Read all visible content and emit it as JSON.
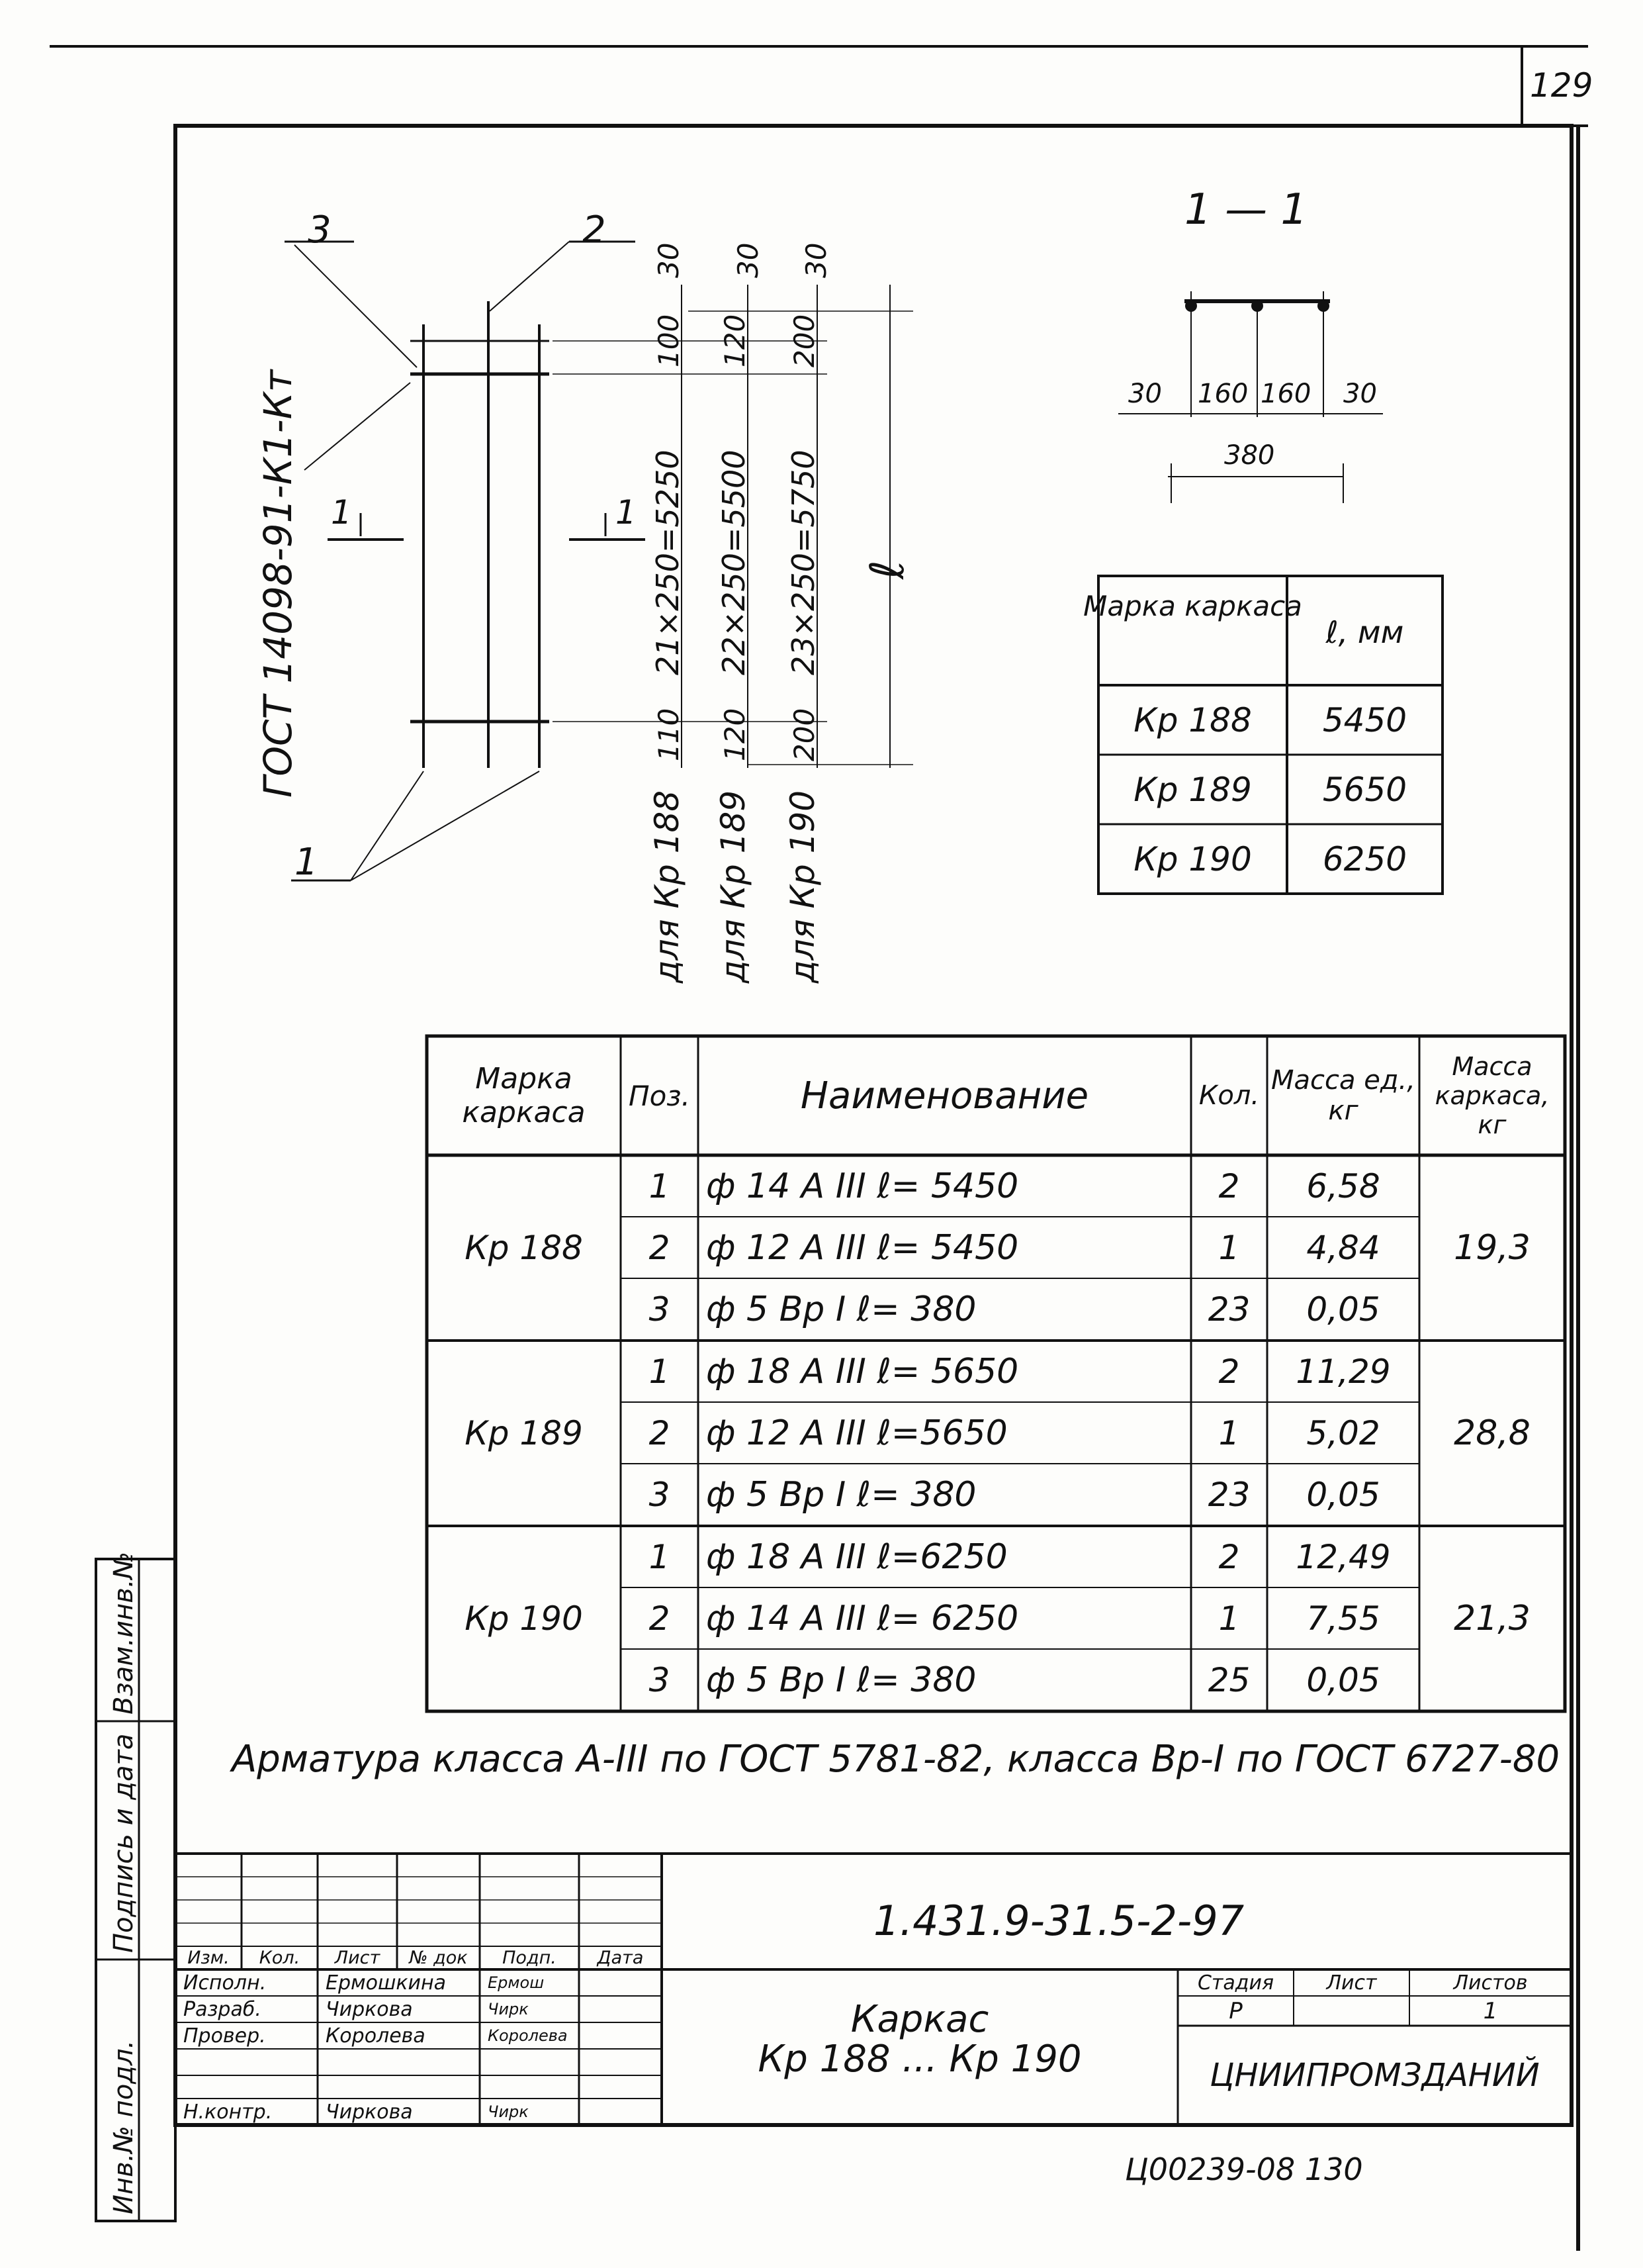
{
  "page_number": "129",
  "drawing": {
    "gost_label": "ГОСТ 14098-91-К1-Кт",
    "pos_callouts": [
      "1",
      "2",
      "3"
    ],
    "section_mark": "1",
    "dim_top_30": "30",
    "dims_left": [
      "100",
      "21×250=5250",
      "110"
    ],
    "dims_mid": [
      "30",
      "120",
      "22×250=5500",
      "120"
    ],
    "dims_right": [
      "30",
      "200",
      "23×250=5750",
      "200"
    ],
    "length_symbol": "ℓ",
    "captions": [
      "для Кр 188",
      "для Кр 189",
      "для Кр 190"
    ]
  },
  "section": {
    "title": "1 — 1",
    "dims_top": [
      "30",
      "160",
      "160",
      "30"
    ],
    "dim_total": "380"
  },
  "length_table": {
    "headers": [
      "Марка каркаса",
      "ℓ, мм"
    ],
    "rows": [
      [
        "Кр 188",
        "5450"
      ],
      [
        "Кр 189",
        "5650"
      ],
      [
        "Кр 190",
        "6250"
      ]
    ]
  },
  "spec_table": {
    "headers": [
      "Марка каркаса",
      "Поз.",
      "Наименование",
      "Кол.",
      "Масса ед., кг",
      "Масса каркаса, кг"
    ],
    "groups": [
      {
        "mark": "Кр 188",
        "total": "19,3",
        "rows": [
          {
            "pos": "1",
            "name": "ф 14 А III   ℓ= 5450",
            "qty": "2",
            "mass": "6,58"
          },
          {
            "pos": "2",
            "name": "ф 12 А III   ℓ= 5450",
            "qty": "1",
            "mass": "4,84"
          },
          {
            "pos": "3",
            "name": "ф 5 Вр I    ℓ= 380",
            "qty": "23",
            "mass": "0,05"
          }
        ]
      },
      {
        "mark": "Кр 189",
        "total": "28,8",
        "rows": [
          {
            "pos": "1",
            "name": "ф 18 А III   ℓ= 5650",
            "qty": "2",
            "mass": "11,29"
          },
          {
            "pos": "2",
            "name": "ф 12 А III   ℓ=5650",
            "qty": "1",
            "mass": "5,02"
          },
          {
            "pos": "3",
            "name": "ф 5 Вр I    ℓ= 380",
            "qty": "23",
            "mass": "0,05"
          }
        ]
      },
      {
        "mark": "Кр 190",
        "total": "21,3",
        "rows": [
          {
            "pos": "1",
            "name": "ф 18 А III   ℓ=6250",
            "qty": "2",
            "mass": "12,49"
          },
          {
            "pos": "2",
            "name": "ф 14 А III   ℓ= 6250",
            "qty": "1",
            "mass": "7,55"
          },
          {
            "pos": "3",
            "name": "ф 5 Вр I    ℓ= 380",
            "qty": "25",
            "mass": "0,05"
          }
        ]
      }
    ]
  },
  "note": "Арматура класса А-III по ГОСТ 5781-82, класса Вр-I по ГОСТ 6727-80",
  "side_stamp": [
    "Инв.№ подл.",
    "Подпись и дата",
    "Взам.инв.№"
  ],
  "title_block": {
    "code": "1.431.9-31.5-2-97",
    "col_headers": [
      "Изм.",
      "Кол.",
      "Лист",
      "№ док",
      "Подп.",
      "Дата"
    ],
    "roles": [
      {
        "role": "Исполн.",
        "name": "Ермошкина",
        "sign": "Ермош"
      },
      {
        "role": "Разраб.",
        "name": "Чиркова",
        "sign": "Чирк"
      },
      {
        "role": "Провер.",
        "name": "Королева",
        "sign": "Королева"
      },
      {
        "role": "Н.контр.",
        "name": "Чиркова",
        "sign": "Чирк"
      }
    ],
    "doc_title_1": "Каркас",
    "doc_title_2": "Кр 188 ... Кр 190",
    "stage_label": "Стадия",
    "sheet_label": "Лист",
    "sheets_label": "Листов",
    "stage": "Р",
    "sheet": "",
    "sheets": "1",
    "org": "ЦНИИПРОМЗДАНИЙ"
  },
  "footer_note": "Ц00239-08   130"
}
